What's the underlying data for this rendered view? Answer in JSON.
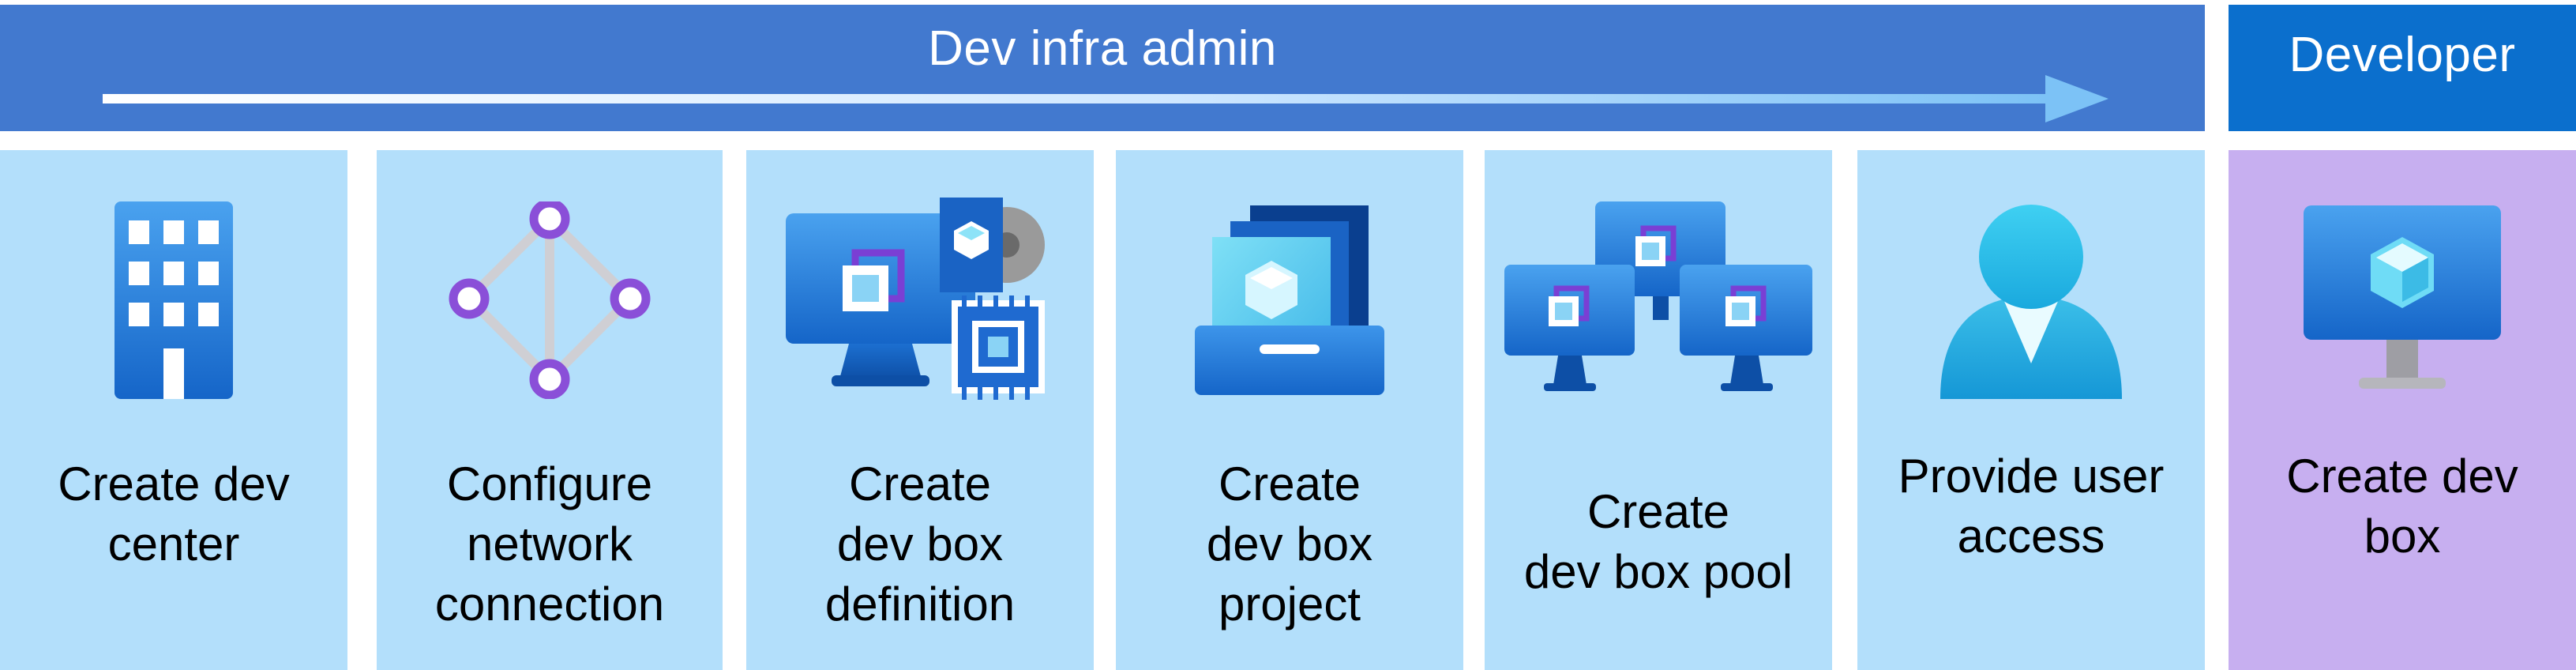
{
  "header": {
    "admin_label": "Dev infra admin",
    "developer_label": "Developer"
  },
  "steps": [
    {
      "label_lines": [
        "Create dev",
        "center"
      ],
      "icon": "office-building-icon",
      "role": "admin"
    },
    {
      "label_lines": [
        "Configure",
        "network",
        "connection"
      ],
      "icon": "network-nodes-icon",
      "role": "admin"
    },
    {
      "label_lines": [
        "Create",
        "dev box",
        "definition"
      ],
      "icon": "monitor-image-chip-icon",
      "role": "admin"
    },
    {
      "label_lines": [
        "Create",
        "dev box",
        "project"
      ],
      "icon": "project-stack-icon",
      "role": "admin"
    },
    {
      "label_lines": [
        "Create",
        "dev box pool"
      ],
      "icon": "monitor-pool-icon",
      "role": "admin"
    },
    {
      "label_lines": [
        "Provide user",
        "access"
      ],
      "icon": "user-icon",
      "role": "admin"
    },
    {
      "label_lines": [
        "Create dev",
        "box"
      ],
      "icon": "dev-box-monitor-icon",
      "role": "developer"
    }
  ],
  "colors": {
    "admin_band": "#4279cf",
    "developer_band": "#0b6fcd",
    "admin_column": "#b3dffb",
    "developer_column": "#c7aff0"
  }
}
